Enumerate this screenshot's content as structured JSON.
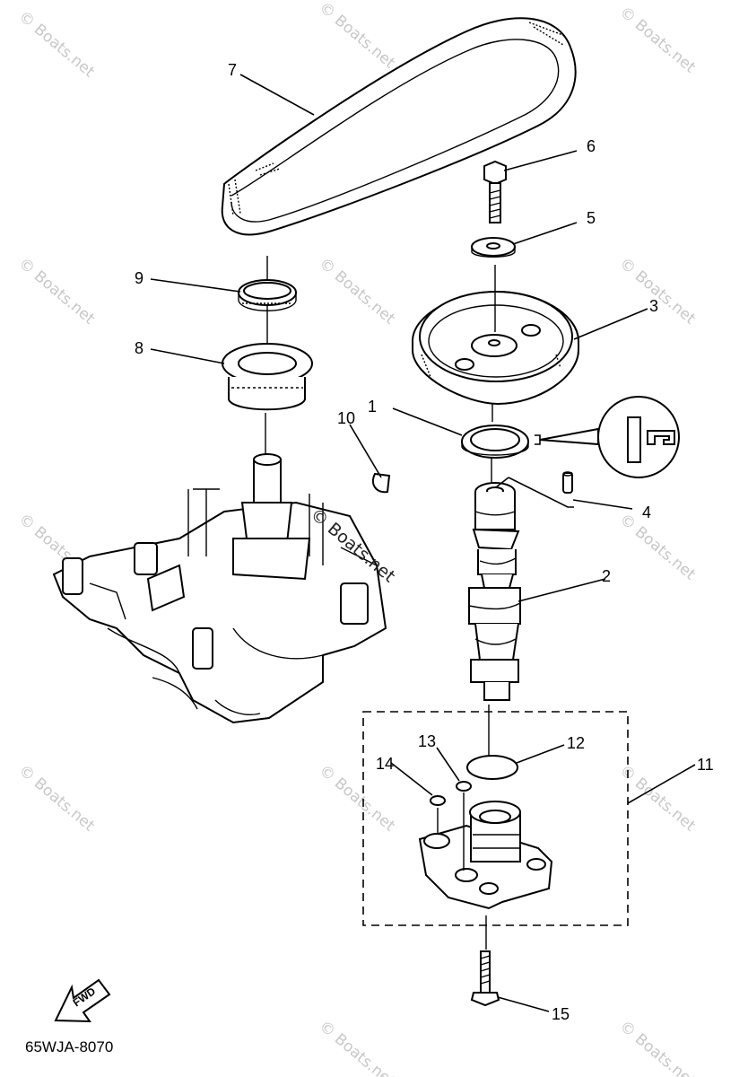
{
  "part_labels": [
    {
      "num": "1"
    },
    {
      "num": "2"
    },
    {
      "num": "3"
    },
    {
      "num": "4"
    },
    {
      "num": "5"
    },
    {
      "num": "6"
    },
    {
      "num": "7"
    },
    {
      "num": "8"
    },
    {
      "num": "9"
    },
    {
      "num": "10"
    },
    {
      "num": "11"
    },
    {
      "num": "12"
    },
    {
      "num": "13"
    },
    {
      "num": "14"
    },
    {
      "num": "15"
    }
  ],
  "diagram_code": "65WJA-8070",
  "fwd_label": "FWD",
  "watermark": "© Boats.net",
  "center_watermark": "© Boats.net"
}
